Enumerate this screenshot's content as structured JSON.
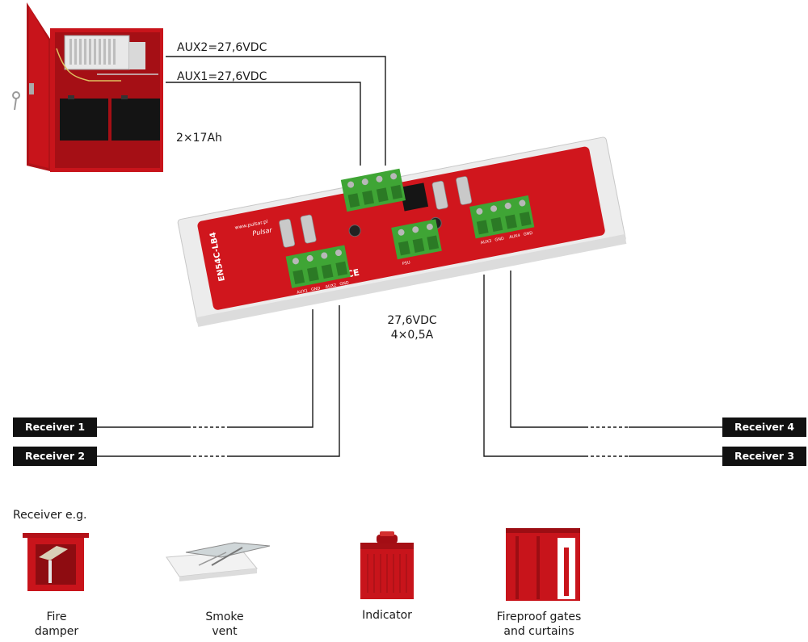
{
  "labels": {
    "aux2": "AUX2=27,6VDC",
    "aux1": "AUX1=27,6VDC",
    "battery": "2×17Ah",
    "output_voltage": "27,6VDC",
    "output_current": "4×0,5A",
    "receiver_eg": "Receiver e.g."
  },
  "receivers": {
    "r1": "Receiver 1",
    "r2": "Receiver 2",
    "r3": "Receiver 3",
    "r4": "Receiver 4"
  },
  "examples": {
    "fire_damper": {
      "line1": "Fire",
      "line2": "damper"
    },
    "smoke_vent": {
      "line1": "Smoke",
      "line2": "vent"
    },
    "indicator": {
      "line1": "Indicator"
    },
    "gates": {
      "line1": "Fireproof gates",
      "line2": "and curtains"
    }
  },
  "board": {
    "brand": "Pulsar",
    "website": "www.pulsar.pl",
    "model": "EN54C-LB4",
    "ce_mark": "CE",
    "terminals_left": [
      "AUX1",
      "GND",
      "AUX2",
      "GND"
    ],
    "terminals_right": [
      "AUX3",
      "GND",
      "AUX4",
      "GND"
    ],
    "psu_label": "PSU"
  },
  "colors": {
    "pcb_red": "#d0161d",
    "terminal_green": "#3fa535",
    "cabinet_red": "#c8141b",
    "wire": "#1a1a1a"
  }
}
